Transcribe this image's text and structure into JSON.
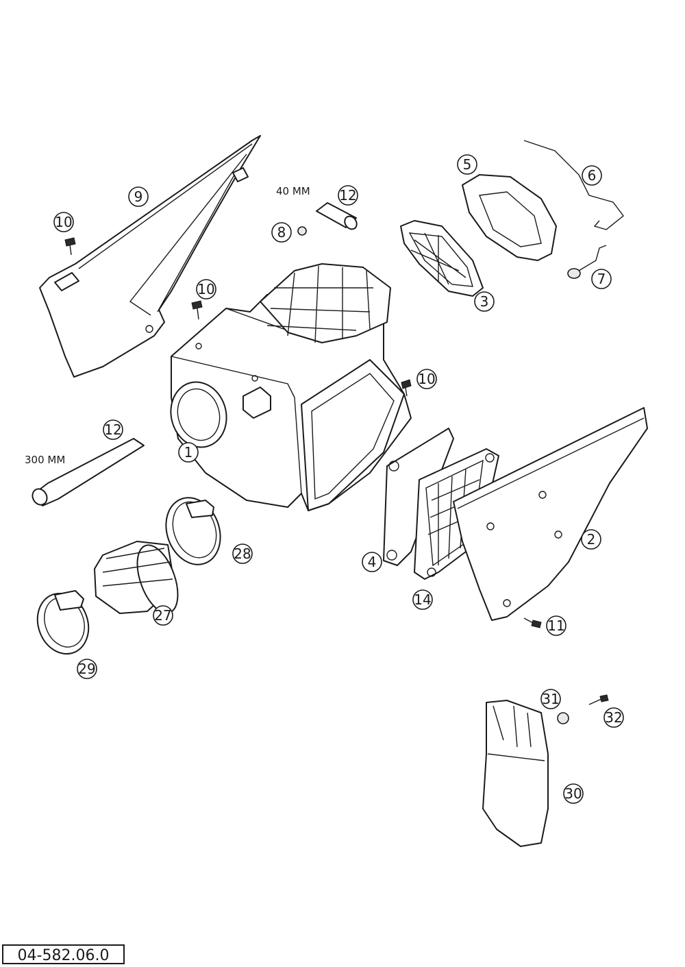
{
  "drawing_code": "04-582.06.0",
  "annotations": {
    "length_40": "40 MM",
    "length_300": "300 MM"
  },
  "callouts": {
    "c1": "1",
    "c2": "2",
    "c3": "3",
    "c4": "4",
    "c5": "5",
    "c6": "6",
    "c7": "7",
    "c8": "8",
    "c9": "9",
    "c10a": "10",
    "c10b": "10",
    "c10c": "10",
    "c11": "11",
    "c12a": "12",
    "c12b": "12",
    "c14": "14",
    "c27": "27",
    "c28": "28",
    "c29": "29",
    "c30": "30",
    "c31": "31",
    "c32": "32"
  }
}
